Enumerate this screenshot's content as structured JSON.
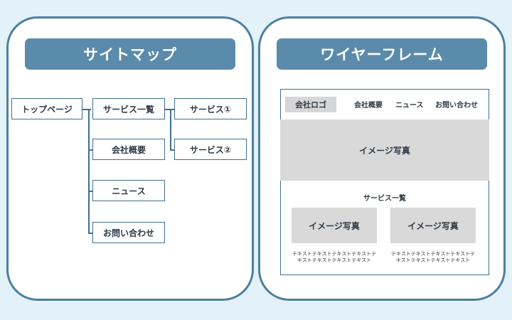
{
  "sitemap": {
    "title": "サイトマップ",
    "nodes": {
      "top": "トップページ",
      "services": "サービス一覧",
      "service1": "サービス①",
      "service2": "サービス②",
      "company": "会社概要",
      "news": "ニュース",
      "contact": "お問い合わせ"
    }
  },
  "wireframe": {
    "title": "ワイヤーフレーム",
    "logo": "会社ロゴ",
    "nav": [
      "会社概要",
      "ニュース",
      "お問い合わせ"
    ],
    "hero": "イメージ写真",
    "section_title": "サービス一覧",
    "cards": [
      {
        "image": "イメージ写真",
        "text": "テキストテキストテキストテキストテキストテキストテキストテキスト"
      },
      {
        "image": "イメージ写真",
        "text": "テキストテキストテキストテキストテキストテキストテキストテキスト"
      }
    ]
  },
  "colors": {
    "background": "#e3f1f8",
    "panel_border": "#4b7fa0",
    "title_bar": "#5a8bab",
    "placeholder": "#d9d9d9"
  }
}
